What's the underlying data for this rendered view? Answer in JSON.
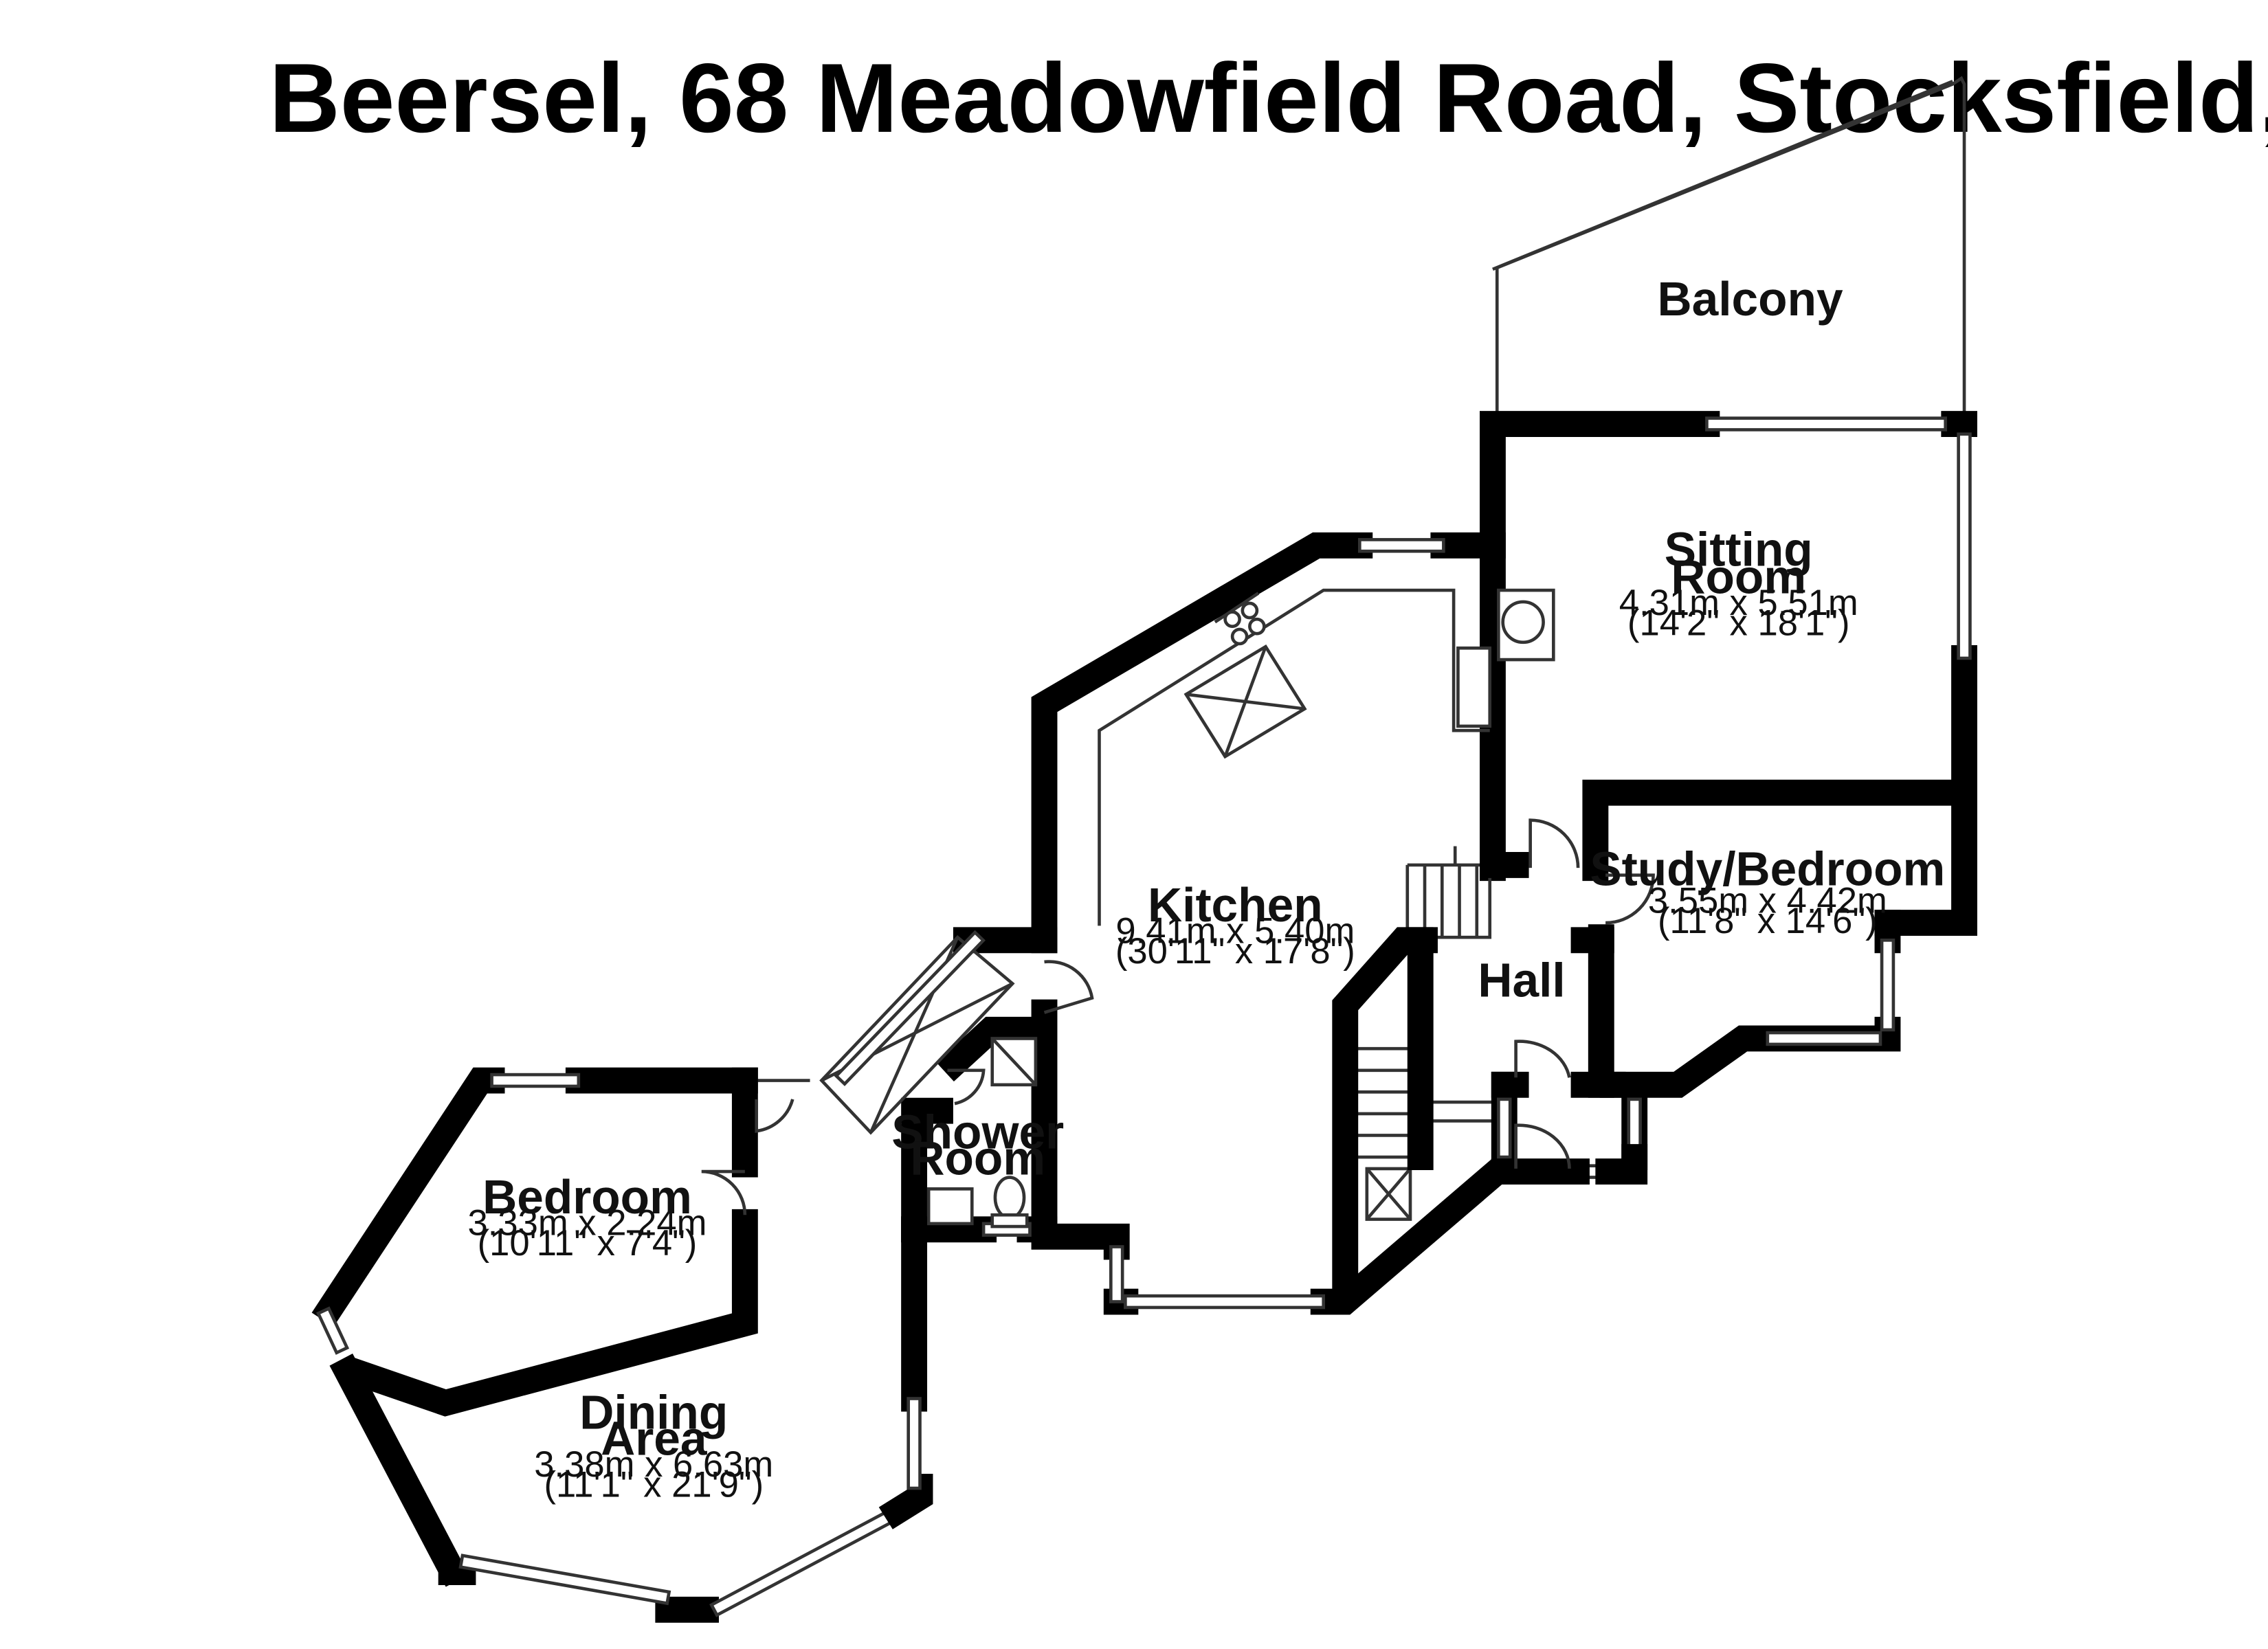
{
  "title": "Beersel, 68 Meadowfield Road, Stocksfield, Northumberland",
  "rooms": {
    "balcony": {
      "name": "Balcony"
    },
    "sitting_room": {
      "name_line1": "Sitting",
      "name_line2": "Room",
      "metric": "4.31m x 5.51m",
      "imperial": "(14'2\" x 18'1\")"
    },
    "kitchen": {
      "name": "Kitchen",
      "metric": "9.41m x 5.40m",
      "imperial": "(30'11\" x 17'8\")"
    },
    "study_bedroom": {
      "name": "Study/Bedroom",
      "metric": "3.55m x 4.42m",
      "imperial": "(11'8\" x 14'6\")"
    },
    "hall": {
      "name": "Hall"
    },
    "shower_room": {
      "name_line1": "Shower",
      "name_line2": "Room"
    },
    "bedroom": {
      "name": "Bedroom",
      "metric": "3.33m x 2.24m",
      "imperial": "(10'11\" x 7'4\")"
    },
    "dining_area": {
      "name_line1": "Dining",
      "name_line2": "Area",
      "metric": "3.38m x 6.63m",
      "imperial": "(11'1\" x 21'9\")"
    }
  }
}
